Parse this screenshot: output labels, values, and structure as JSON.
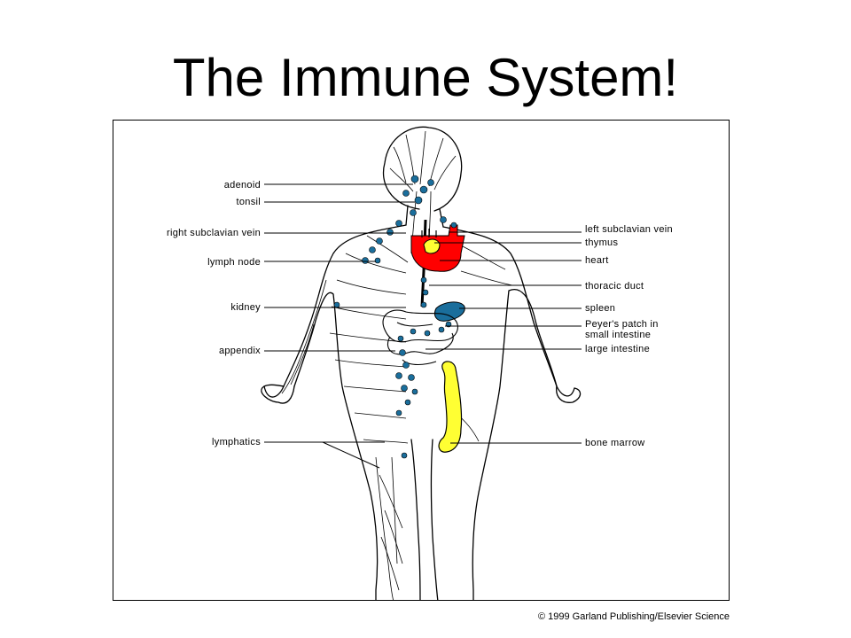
{
  "slide": {
    "title": "The Immune System!"
  },
  "figure": {
    "labels_left": [
      "adenoid",
      "tonsil",
      "right subclavian vein",
      "lymph node",
      "kidney",
      "appendix",
      "lymphatics"
    ],
    "labels_right": [
      "left subclavian vein",
      "thymus",
      "heart",
      "thoracic duct",
      "spleen",
      "Peyer's patch in",
      "small intestine",
      "large intestine",
      "bone marrow"
    ],
    "copyright": "© 1999 Garland Publishing/Elsevier Science"
  },
  "colors": {
    "heart": "#ff0000",
    "thymus": "#ffff33",
    "lymph": "#1a6e9c",
    "marrow": "#ffff33"
  }
}
